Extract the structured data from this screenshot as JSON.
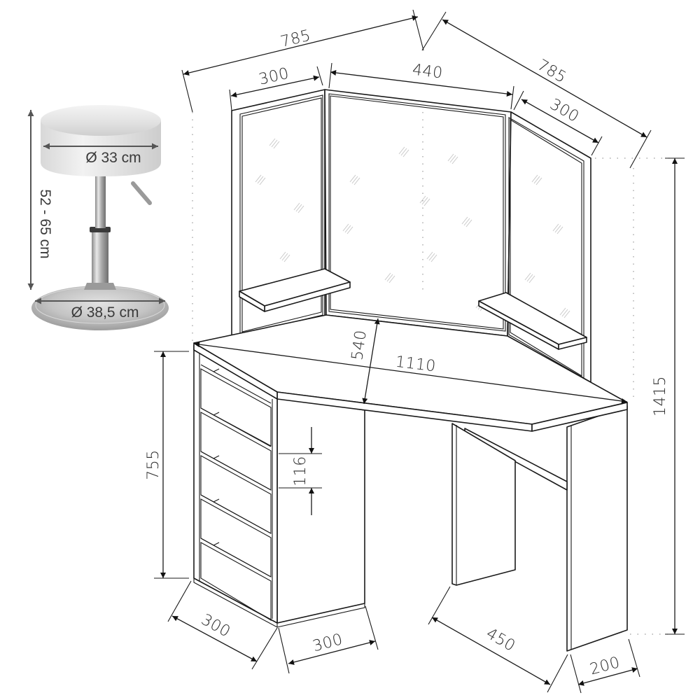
{
  "diagram": {
    "subject": "Corner dressing table with tri-fold mirror, 5 drawers, 2 shelves, and adjustable stool",
    "units": "mm"
  },
  "stool": {
    "seat_diameter_label": "Ø 33 cm",
    "height_label": "52 - 65 cm",
    "base_diameter_label": "Ø 38,5 cm",
    "colors": {
      "seat": "#e6e6e6",
      "chrome": "#b8b8b8",
      "arrow": "#555555"
    }
  },
  "dimensions": {
    "mirror_left_overall": "785",
    "mirror_right_overall": "785",
    "mirror_left_panel": "300",
    "mirror_center_panel": "440",
    "mirror_right_panel": "300",
    "total_height": "1415",
    "table_height": "755",
    "desk_depth": "540",
    "desk_diagonal_width": "1110",
    "drawer_height": "116",
    "cabinet_side_depth": "300",
    "cabinet_front_width": "300",
    "knee_space": "450",
    "right_leg_width": "200"
  },
  "components": {
    "drawers": 5,
    "mirror_panels": 3,
    "shelves": 2
  }
}
